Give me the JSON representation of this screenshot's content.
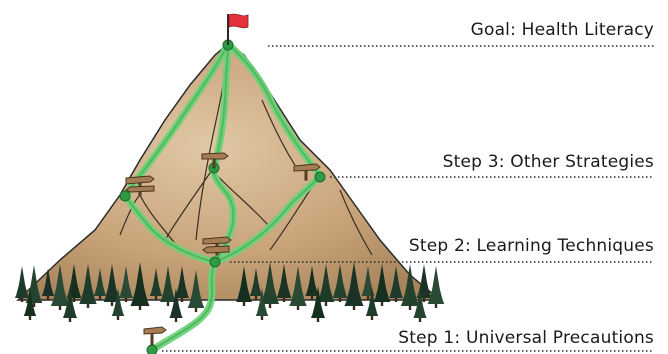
{
  "labels": {
    "goal": "Goal: Health Literacy",
    "step3": "Step 3: Other Strategies",
    "step2": "Step 2: Learning Techniques",
    "step1": "Step 1: Universal Precautions"
  },
  "colors": {
    "path": "#6fd17a",
    "path_node": "#2f9a44",
    "mountain": "#c9a47a",
    "flag": "#e3323b",
    "trees": "#1f3b2b"
  }
}
